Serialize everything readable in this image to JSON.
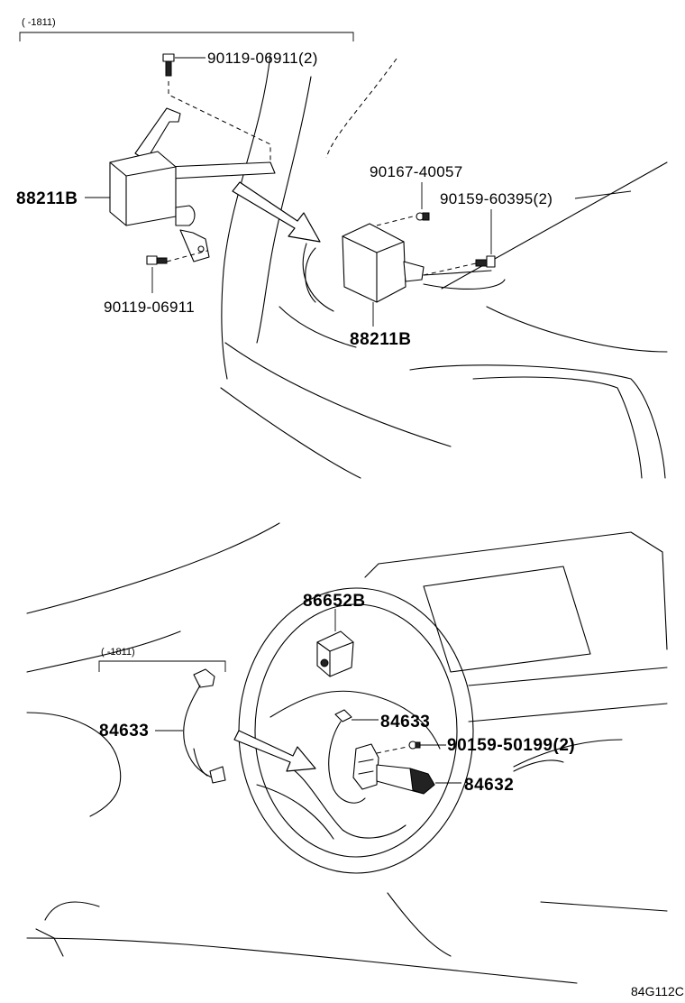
{
  "top_section": {
    "date_range": "(      -1811)",
    "callouts": {
      "bolt_upper": "90119-06911(2)",
      "sensor_left": "88211B",
      "bolt_lower": "90119-06911",
      "bolt_right_a": "90167-40057",
      "bolt_right_b": "90159-60395(2)",
      "sensor_right": "88211B"
    }
  },
  "bottom_section": {
    "date_range": "(      -1811)",
    "callouts": {
      "sensor": "86652B",
      "harness_left": "84633",
      "harness_right": "84633",
      "screw": "90159-50199(2)",
      "switch": "84632"
    }
  },
  "figure_code": "84G112C",
  "icons": [
    "bolt-icon",
    "direction-arrow-icon"
  ]
}
